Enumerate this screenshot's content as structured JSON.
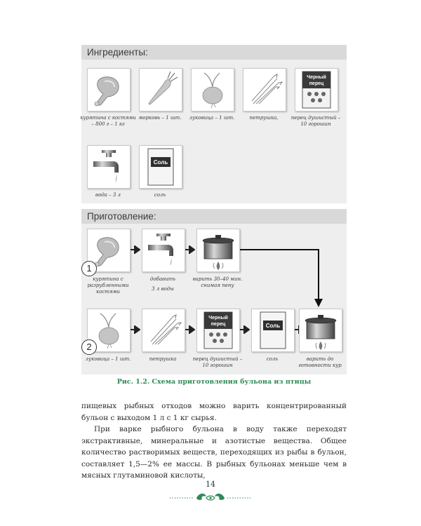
{
  "ingredients": {
    "title": "Ингредиенты:",
    "items": [
      {
        "icon": "chicken-leg-icon",
        "caption": "курятина с костями – 800 г – 1 кг"
      },
      {
        "icon": "carrot-icon",
        "caption": "морковь – 1 шт."
      },
      {
        "icon": "onion-icon",
        "caption": "луковица – 1 шт."
      },
      {
        "icon": "parsley-icon",
        "caption": "петрушка,"
      },
      {
        "icon": "pepper-box-icon",
        "caption": "перец душистый – 10 горошин"
      },
      {
        "icon": "water-tap-icon",
        "caption": "вода – 3 л"
      },
      {
        "icon": "salt-box-icon",
        "caption": "соль"
      }
    ]
  },
  "preparation": {
    "title": "Приготовление:",
    "step1": {
      "number": "1",
      "items": [
        {
          "icon": "chicken-leg-icon",
          "caption": "курятина с разрубленными костями"
        },
        {
          "icon": "water-tap-icon",
          "caption": "добавить",
          "caption2": "3 л воды"
        },
        {
          "icon": "pot-on-fire-icon",
          "caption": "варить 30–40 мин. снимая пену"
        }
      ]
    },
    "step2": {
      "number": "2",
      "items": [
        {
          "icon": "onion-icon",
          "caption": "луковица – 1 шт."
        },
        {
          "icon": "parsley-icon",
          "caption": "петрушка"
        },
        {
          "icon": "pepper-box-icon",
          "caption": "перец душистый – 10 горошин"
        },
        {
          "icon": "salt-box-icon",
          "caption": "соль"
        },
        {
          "icon": "pot-on-fire-icon",
          "caption": "варить до готовности кур"
        }
      ]
    }
  },
  "labels": {
    "pepper_box": "Черный перец",
    "salt_box": "Соль"
  },
  "figure_caption": "Рис. 1.2. Схема приготовления бульона из птицы",
  "body": {
    "para1": "пищевых рыбных отходов можно варить концентрированный бульон с выходом 1 л с 1 кг сырья.",
    "para2": "При варке рыбного бульона в воду также переходят экстрактивные, минеральные и азотистые вещества. Общее количество растворимых веществ, переходящих из рыбы в бульон, составляет 1,5—2% ее массы. В рыбных бульонах меньше чем в мясных глутаминовой кислоты,"
  },
  "page_number": "14",
  "colors": {
    "caption_green": "#2f8a55",
    "panel_bg": "#eeeeee",
    "panel_head": "#d9d9d9"
  }
}
